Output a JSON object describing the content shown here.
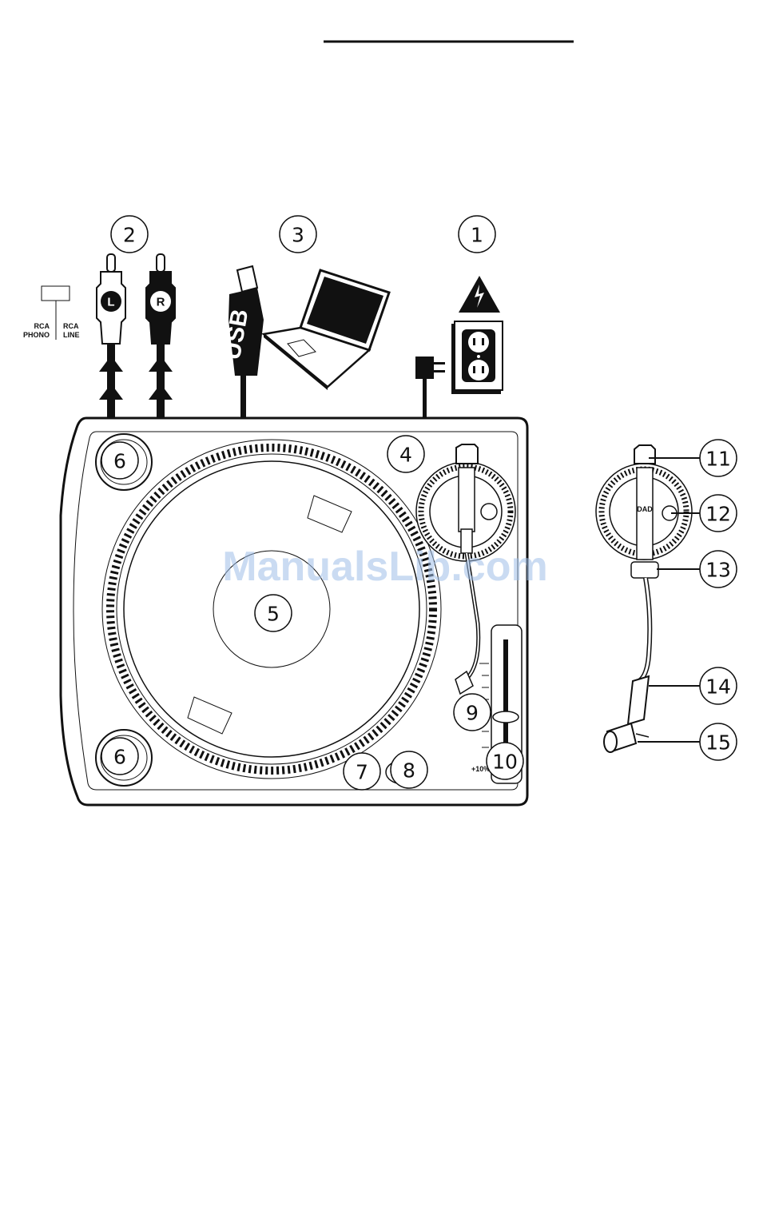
{
  "header": {
    "title": ""
  },
  "callouts": {
    "power": "1",
    "rca_outputs": "2",
    "usb": "3",
    "tonearm_rest": "4",
    "platter": "5",
    "feet_top": "6",
    "feet_bottom": "6",
    "start_stop": "7",
    "speed_33_45": "8",
    "pitch_slider": "9",
    "pitch_range": "10",
    "counterweight": "11",
    "anti_skate": "12",
    "arm_lift": "13",
    "tonearm": "14",
    "headshell": "15"
  },
  "switch": {
    "phono_label_line1": "RCA",
    "phono_label_line2": "PHONO",
    "line_label_line1": "RCA",
    "line_label_line2": "LINE"
  },
  "connectors": {
    "left_letter": "L",
    "right_letter": "R",
    "usb_text": "USB"
  },
  "pitch": {
    "scale_label": "+10%"
  },
  "tonearm_detail": {
    "weight_text": "DAD"
  },
  "watermark": "ManualsLib.com"
}
